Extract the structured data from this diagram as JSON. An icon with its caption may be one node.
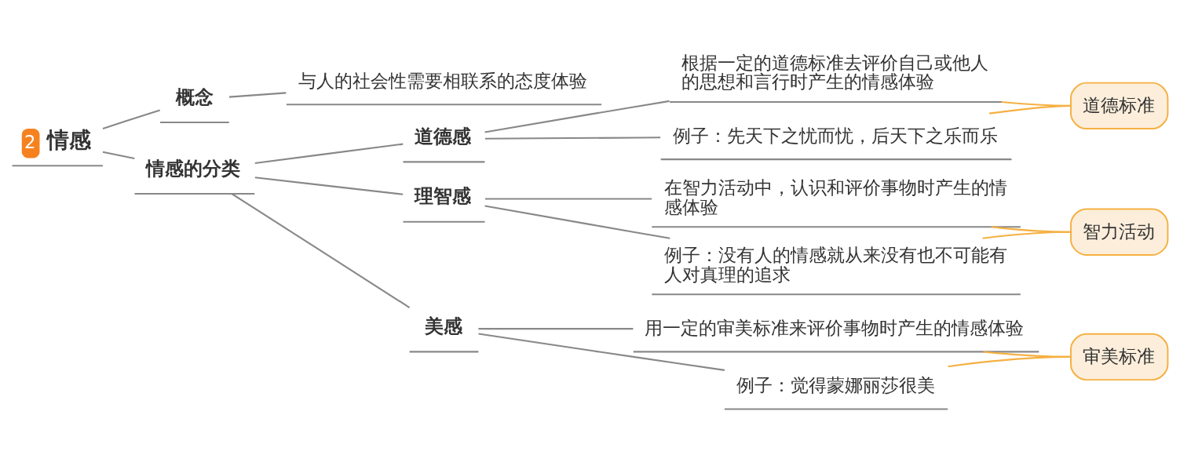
{
  "diagram": {
    "nodes": [
      {
        "text": [
          "2",
          "情感"
        ]
      },
      {
        "text": [
          "概念"
        ]
      },
      {
        "text": [
          "与人的社会性需要相联系的态度体验"
        ]
      },
      {
        "text": [
          "情感的分类"
        ]
      },
      {
        "text": [
          "道德感"
        ]
      },
      {
        "text": [
          "根据一定的道德标准去评价自己或他人的思想和言行时产生的情感体验"
        ]
      },
      {
        "text": [
          "例子：先天下之忧而忧，后天下之乐而乐"
        ]
      },
      {
        "text": [
          "理智感"
        ]
      },
      {
        "text": [
          "在智力活动中，认识和评价事物时产生的情感体验"
        ]
      },
      {
        "text": [
          "例子：没有人的情感就从来没有也不可能有人对真理的追求"
        ]
      },
      {
        "text": [
          "美感"
        ]
      },
      {
        "text": [
          "用一定的审美标准来评价事物时产生的情感体验"
        ]
      },
      {
        "text": [
          "例子：觉得蒙娜丽莎很美"
        ]
      },
      {
        "text": [
          "道德标准"
        ]
      },
      {
        "text": [
          "智力活动"
        ]
      },
      {
        "text": [
          "审美标准"
        ]
      }
    ],
    "edges": [
      {
        "from": 0,
        "to": 1,
        "arrow": "none"
      },
      {
        "from": 0,
        "to": 3,
        "arrow": "none"
      },
      {
        "from": 1,
        "to": 2,
        "arrow": "none"
      },
      {
        "from": 3,
        "to": 4,
        "arrow": "none"
      },
      {
        "from": 3,
        "to": 7,
        "arrow": "none"
      },
      {
        "from": 3,
        "to": 10,
        "arrow": "none"
      },
      {
        "from": 4,
        "to": 5,
        "arrow": "none"
      },
      {
        "from": 4,
        "to": 6,
        "arrow": "none"
      },
      {
        "from": 7,
        "to": 8,
        "arrow": "none"
      },
      {
        "from": 7,
        "to": 9,
        "arrow": "none"
      },
      {
        "from": 10,
        "to": 11,
        "arrow": "none"
      },
      {
        "from": 10,
        "to": 12,
        "arrow": "none"
      },
      {
        "from": 5,
        "to": 13,
        "arrow": "none",
        "color": "#f5b041"
      },
      {
        "from": 6,
        "to": 13,
        "arrow": "none",
        "color": "#f5b041"
      },
      {
        "from": 8,
        "to": 14,
        "arrow": "none",
        "color": "#f5b041"
      },
      {
        "from": 9,
        "to": 14,
        "arrow": "none",
        "color": "#f5b041"
      },
      {
        "from": 11,
        "to": 15,
        "arrow": "none",
        "color": "#f5b041"
      },
      {
        "from": 12,
        "to": 15,
        "arrow": "none",
        "color": "#f5b041"
      }
    ]
  }
}
